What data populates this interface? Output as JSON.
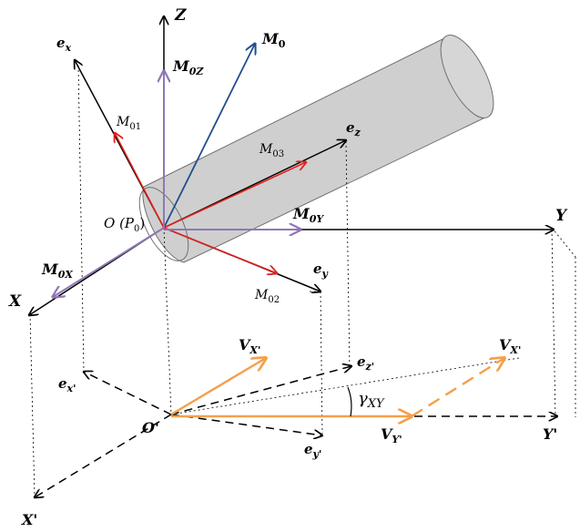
{
  "colors": {
    "black": "#000000",
    "red": "#e0221c",
    "blue": "#1f4e8c",
    "purple": "#8f77b5",
    "orange": "#f5a04a",
    "cylinder_fill": "#cfcfcf",
    "cylinder_stroke": "#707070"
  },
  "labels": {
    "z_axis": "Z",
    "m0z": "M",
    "m0z_sub": "0Z",
    "m0": "M",
    "m0_sub": "0",
    "ex": "e",
    "ex_sub": "x",
    "m01": "M",
    "m01_sub": "01",
    "ez": "e",
    "ez_sub": "z",
    "m03": "M",
    "m03_sub": "03",
    "origin": "O (P",
    "origin_sub": "0",
    "origin_close": ")",
    "m0y": "M",
    "m0y_sub": "0Y",
    "y_axis": "Y",
    "m0x": "M",
    "m0x_sub": "0X",
    "ey": "e",
    "ey_sub": "y",
    "m02": "M",
    "m02_sub": "02",
    "x_axis": "X",
    "vx_left": "V",
    "vx_left_sub": "X'",
    "vx_right": "V",
    "vx_right_sub": "X'",
    "ez_proj": "e",
    "ez_proj_sub": "z'",
    "ex_proj": "e",
    "ex_proj_sub": "x'",
    "gamma": "γ",
    "gamma_sub": "XY",
    "origin_proj": "O'",
    "vy": "V",
    "vy_sub": "Y'",
    "ey_proj": "e",
    "ey_proj_sub": "y'",
    "y_proj": "Y'",
    "x_proj": "X'"
  }
}
